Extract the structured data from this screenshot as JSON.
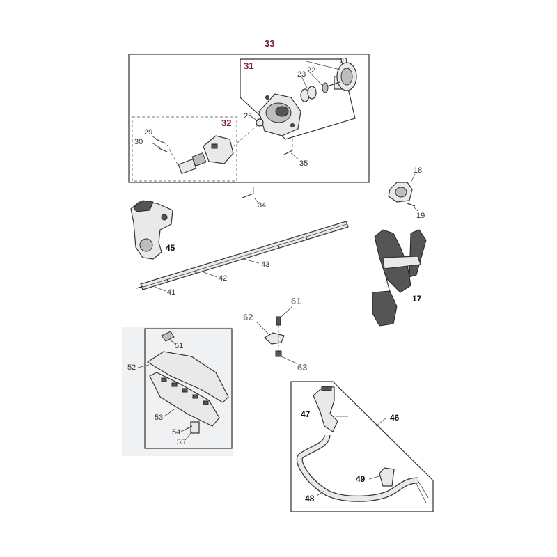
{
  "colors": {
    "group_label": "#7a1f2b",
    "grey_label": "#7a7f86",
    "line": "#333333",
    "part_fill": "#e9e9e9"
  },
  "labels": {
    "g33": "33",
    "g31": "31",
    "g32": "32",
    "p21": "21",
    "p22": "22",
    "p23": "23",
    "p25": "25",
    "p29": "29",
    "p30": "30",
    "p35": "35",
    "p34": "34",
    "p18": "18",
    "p19": "19",
    "p45": "45",
    "p43": "43",
    "p42": "42",
    "p41": "41",
    "p17": "17",
    "p61": "61",
    "p62": "62",
    "p63": "63",
    "p51": "51",
    "p52": "52",
    "p53": "53",
    "p54": "54",
    "p55": "55",
    "p46": "46",
    "p47": "47",
    "p48": "48",
    "p49": "49"
  }
}
